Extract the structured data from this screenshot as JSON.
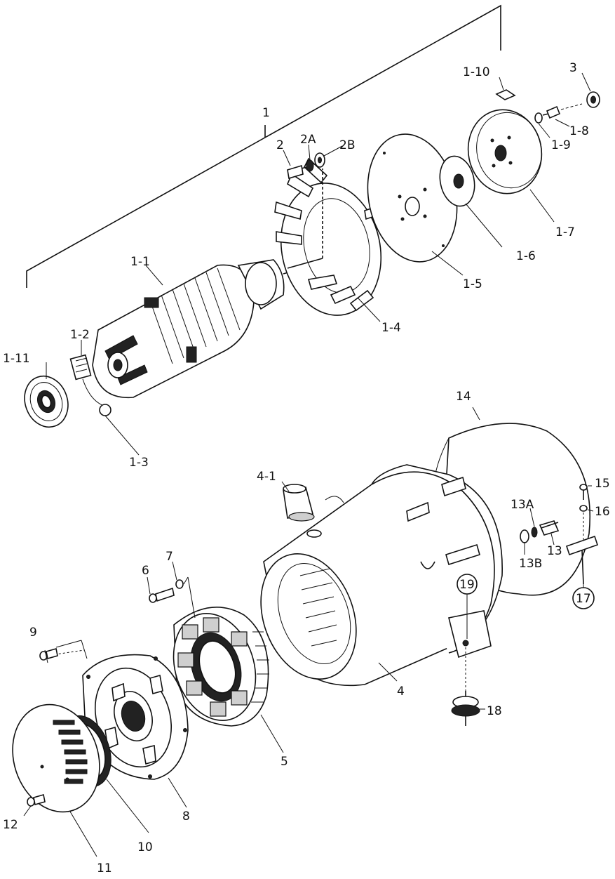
{
  "labels": {
    "l1": "1",
    "l1_1": "1-1",
    "l1_2": "1-2",
    "l1_3": "1-3",
    "l1_4": "1-4",
    "l1_5": "1-5",
    "l1_6": "1-6",
    "l1_7": "1-7",
    "l1_8": "1-8",
    "l1_9": "1-9",
    "l1_10": "1-10",
    "l1_11": "1-11",
    "l2": "2",
    "l2a": "2A",
    "l2b": "2B",
    "l3": "3",
    "l4": "4",
    "l4_1": "4-1",
    "l5": "5",
    "l6": "6",
    "l7": "7",
    "l8": "8",
    "l9": "9",
    "l10": "10",
    "l11": "11",
    "l12": "12",
    "l13": "13",
    "l13a": "13A",
    "l13b": "13B",
    "l14": "14",
    "l15": "15",
    "l16": "16",
    "l17": "17",
    "l18": "18",
    "l19": "19"
  }
}
